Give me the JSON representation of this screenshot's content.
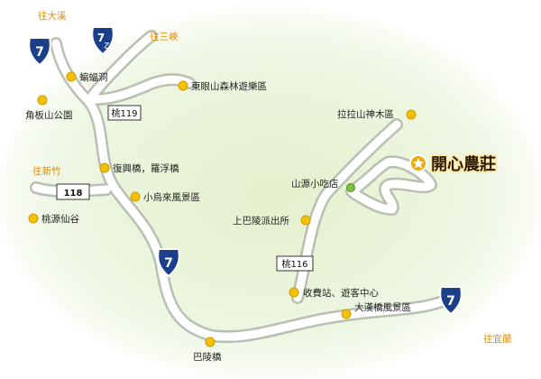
{
  "highlight": {
    "label": "開心農莊",
    "icon": "star-icon"
  },
  "directions": {
    "daxi": "往大溪",
    "sanxia": "往三峽",
    "xinzhu": "往新竹",
    "yilan": "往宜蘭"
  },
  "routes": {
    "r7_top": "7",
    "r7_yi": "7",
    "r7_yi_suffix": "乙",
    "r7_mid": "7",
    "r7_east": "7",
    "tao119": "桃119",
    "r118": "118",
    "tao116": "桃116"
  },
  "places": {
    "bat_cave": "蝙蝠洞",
    "dongyan": "東眼山森林遊樂區",
    "jiaoban": "角板山公園",
    "lala": "拉拉山神木區",
    "fuxing": "復興橋，羅浮橋",
    "shanyuan": "山源小吃店",
    "xiaowulai": "小烏來風景區",
    "shangbaling": "上巴陵派出所",
    "taoyuan_valley": "桃源仙谷",
    "toll": "收費站、遊客中心",
    "dahan": "大漢橋風景區",
    "baling_bridge": "巴陵橋"
  },
  "colors": {
    "poi_marker": "#f2c200",
    "shop_marker": "#7ec142",
    "shield_fill": "#1c3f8c",
    "direction_text": "#e28a00",
    "road": "#ffffff",
    "land": "#e8f3d4"
  }
}
